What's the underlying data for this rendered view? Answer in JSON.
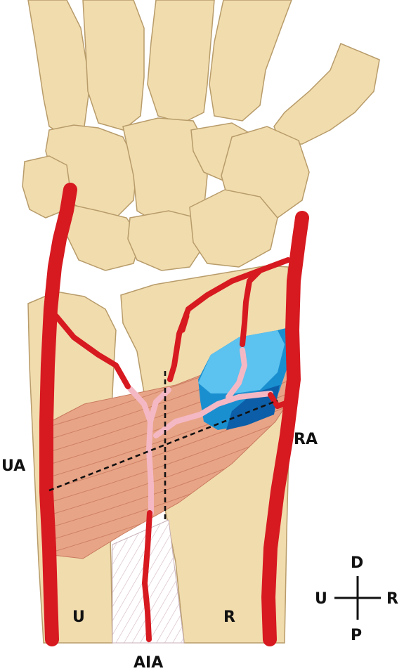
{
  "labels": {
    "ua": "UA",
    "ra": "RA",
    "u": "U",
    "r": "R",
    "aia": "AIA"
  },
  "compass": {
    "up": "D",
    "down": "P",
    "left": "U",
    "right": "R"
  },
  "colors": {
    "bone": "#f1dcae",
    "bone_outline": "#b89c6a",
    "artery": "#d71920",
    "muscle": "#e8a487",
    "muscle_lines": "#c87a5e",
    "pink_vessel": "#f4b8c4",
    "blue_light": "#5cc2ef",
    "blue_mid": "#1a8fd0",
    "blue_dark": "#0c5ea8",
    "membrane_hatch": "#d8c0c8"
  }
}
